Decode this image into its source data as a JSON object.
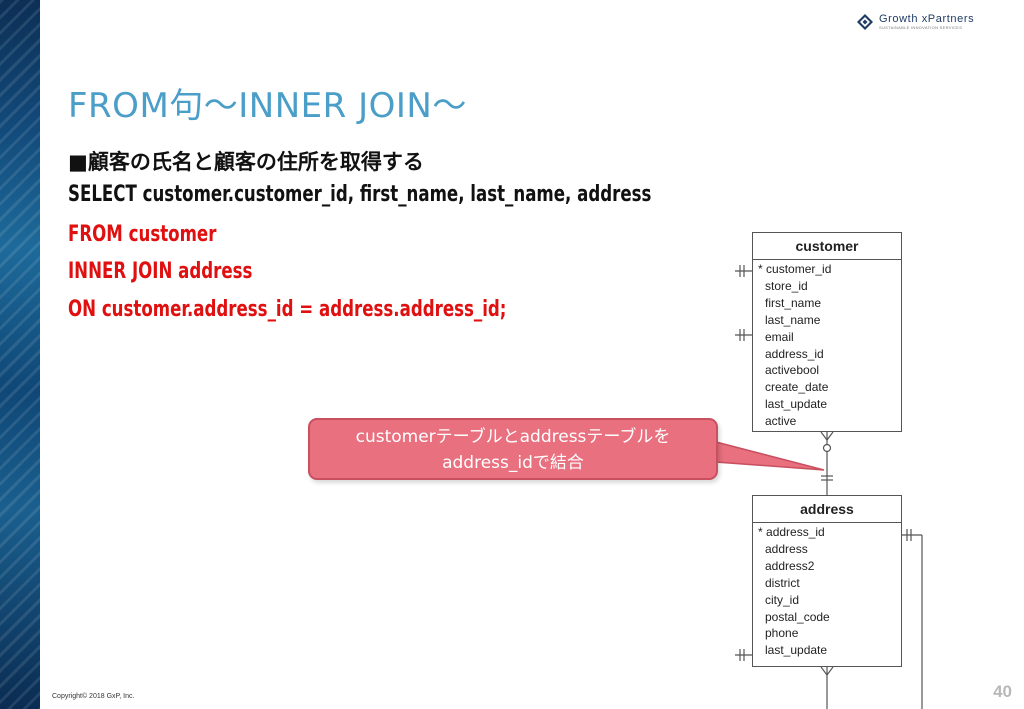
{
  "logo": {
    "name": "Growth xPartners",
    "tagline": "SUSTAINABLE INNOVATION SERVICES"
  },
  "slide": {
    "title": "FROM句〜INNER JOIN〜",
    "heading": "■顧客の氏名と顧客の住所を取得する",
    "sql_lines": [
      "SELECT customer.customer_id, first_name, last_name, address",
      "FROM customer",
      "INNER JOIN address",
      "ON customer.address_id = address.address_id;"
    ],
    "callout_lines": [
      "customerテーブルとaddressテーブルを",
      "address_idで結合"
    ]
  },
  "erd": {
    "customer": {
      "name": "customer",
      "fields": [
        "customer_id",
        "store_id",
        "first_name",
        "last_name",
        "email",
        "address_id",
        "activebool",
        "create_date",
        "last_update",
        "active"
      ]
    },
    "address": {
      "name": "address",
      "fields": [
        "address_id",
        "address",
        "address2",
        "district",
        "city_id",
        "postal_code",
        "phone",
        "last_update"
      ]
    }
  },
  "footer": {
    "copyright": "Copyright© 2018 GxP, Inc.",
    "page_number": "40"
  },
  "colors": {
    "title": "#4a9ec8",
    "sql_red": "#e01010",
    "callout_fill": "#e8707f"
  }
}
